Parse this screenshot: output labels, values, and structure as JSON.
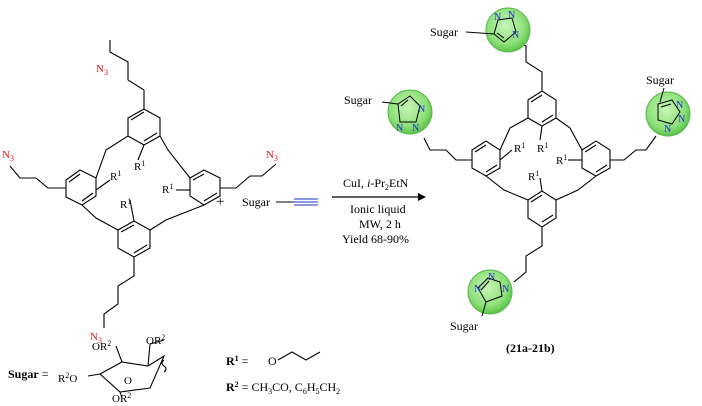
{
  "reactant_left": {
    "azide_label": "N",
    "azide_sub": "3",
    "r_label": "R",
    "r_sup": "1"
  },
  "plus": "+",
  "alkyne": {
    "sugar": "Sugar"
  },
  "conditions": {
    "line1_a": "CuI, ",
    "line1_b": "i",
    "line1_c": "-Pr",
    "line1_d": "2",
    "line1_e": "EtN",
    "line2": "Ionic liquid",
    "line3": "MW, 2 h",
    "line4": "Yield 68-90%"
  },
  "product": {
    "sugar": "Sugar",
    "n": "N",
    "r_label": "R",
    "r_sup": "1",
    "id": "(21a-21b)"
  },
  "legend": {
    "sugar_bold": "Sugar",
    "equals": " = ",
    "or2": "OR",
    "r2_sup": "2",
    "r1_bold": "R",
    "r1_sup": "1",
    "r1_eq": " = ",
    "r1_o": "O",
    "r2_bold": "R",
    "r2_bold_sup": "2",
    "r2_eq": " =  CH",
    "r2_val_a": "CH",
    "r2_val_3": "3",
    "r2_val_b": "CO, C",
    "r2_val_6": "6",
    "r2_val_h": "H",
    "r2_val_5": "5",
    "r2_val_c": "CH",
    "r2_val_2": "2"
  },
  "colors": {
    "azide": "#e8141b",
    "triazole_n": "#1a33c8",
    "triazole_fill": "#8ee07a",
    "triazole_edge": "#56b84a"
  }
}
